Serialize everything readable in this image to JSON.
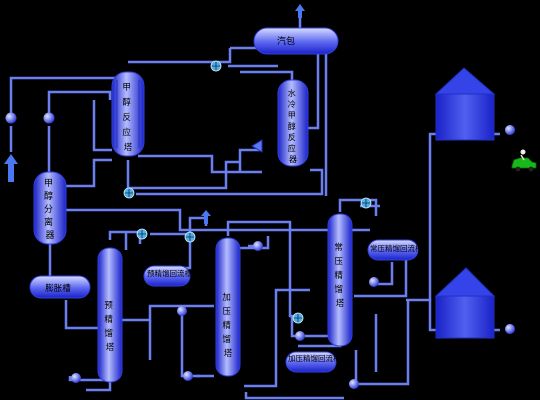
{
  "equipment": {
    "steam_drum": "汽包",
    "methanol_reactor": [
      "甲",
      "醇",
      "反",
      "应",
      "塔"
    ],
    "water_cooled_reactor": [
      "水",
      "冷",
      "甲",
      "醇",
      "反",
      "应",
      "器"
    ],
    "methanol_separator": [
      "甲",
      "醇",
      "分",
      "离",
      "器"
    ],
    "flash_tank": "膨胀槽",
    "pre_rectifier": [
      "预",
      "精",
      "馏",
      "塔"
    ],
    "pre_reflux_tank": "预精馏回流槽",
    "pressurized_rectifier": [
      "加",
      "压",
      "精",
      "馏",
      "塔"
    ],
    "pressurized_reflux_tank": "加压精馏回流槽",
    "atmospheric_rectifier": [
      "常",
      "压",
      "精",
      "馏",
      "塔"
    ],
    "atmospheric_reflux_tank": "常压精馏回流槽"
  },
  "colors": {
    "background": "#000000",
    "pipe": "#6c7ff0",
    "vessel_light": "#b4bcff",
    "vessel_dark": "#1a22c8",
    "pump": "#4f63ff",
    "valve": "#4fb0e0",
    "car": "#18b818"
  },
  "icons": [
    "up-arrow-icon",
    "pump-icon",
    "valve-icon",
    "car-icon"
  ]
}
